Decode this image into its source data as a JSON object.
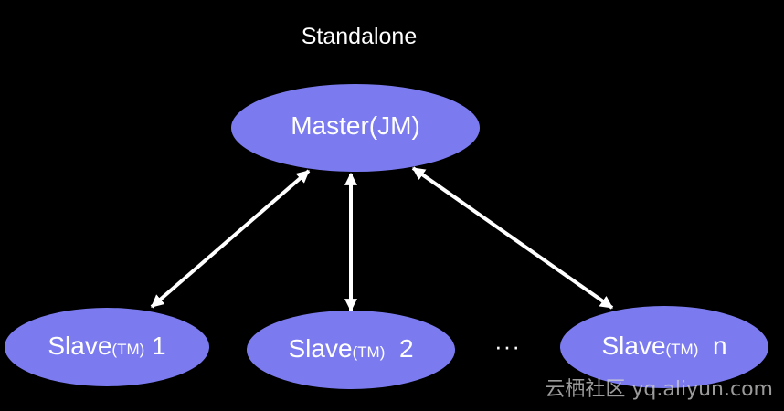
{
  "diagram": {
    "title": "Standalone",
    "colors": {
      "background": "#000000",
      "node_fill": "#7b7bef",
      "text": "#ffffff",
      "arrow": "#ffffff"
    },
    "master": {
      "label": "Master(JM)"
    },
    "slaves": [
      {
        "name": "Slave",
        "role": "(TM)",
        "index": " 1"
      },
      {
        "name": "Slave",
        "role": "(TM)",
        "index": "  2"
      },
      {
        "name": "Slave",
        "role": "(TM)",
        "index": "  n"
      }
    ],
    "ellipsis": "···",
    "edges": [
      {
        "from": "master",
        "to": "slave-1",
        "direction": "bidirectional"
      },
      {
        "from": "master",
        "to": "slave-2",
        "direction": "bidirectional"
      },
      {
        "from": "master",
        "to": "slave-n",
        "direction": "bidirectional"
      }
    ]
  },
  "watermark": {
    "text": "云栖社区 yq.aliyun.com"
  }
}
